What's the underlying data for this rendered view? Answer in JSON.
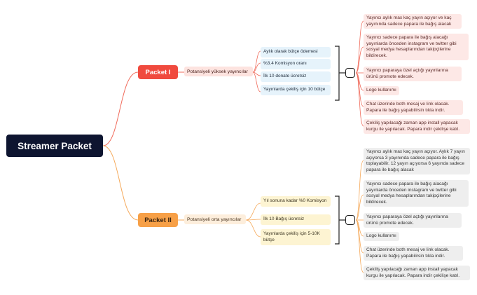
{
  "root": {
    "label": "Streamer Packet"
  },
  "packets": [
    {
      "label": "Packet I",
      "segment": "Potansiyeli yüksek yayıncılar",
      "features": [
        "Aylık olarak bütçe ödemesi",
        "%3.4 Komisyon oranı",
        "İlk 10 donate ücretsiz",
        "Yayınlarda çekiliş için 10 bütçe"
      ],
      "notes": [
        "Yayıncı aylık max kaç yayın açıyor ve kaç yayınında sadece papara ile bağış alacak",
        "Yayıncı sadece papara ile bağış alacağı yayınlarda önceden instagram ve twitter gibi sosyal medya hesaplarından takipçilerine bildirecek.",
        "Yayıncı paparaya özel açtığı yayınlarına ürünü promote edecek.",
        "Logo kullanımı",
        "Chat üzerinde both mesaj ve link olacak. Papara ile bağış yapabilirsin tıkla indir.",
        "Çekiliş yapılacağı zaman app install yapacak kurgu ile yapılacak. Papara indir çekilişe katıl."
      ]
    },
    {
      "label": "Packet II",
      "segment": "Potansiyeli orta yayıncılar",
      "features": [
        "Yıl sonuna kadar %0 Komisyon",
        "İlk 10 Bağış ücretsiz",
        "Yayınlarda çekiliş için 5-10K bütçe"
      ],
      "notes": [
        "Yayıncı aylık max kaç yayın açıyor. Aylık 7 yayın açıyorsa 3 yayınında sadece papara ile bağış toplayabilir. 12 yayın açıyorsa 6 yayında sadece papara ile bağış alacak",
        "Yayıncı sadece papara ile bağış alacağı yayınlarda önceden instagram ve twitter gibi sosyal medya hesaplarından takipçilerine bildirecek.",
        "Yayıncı paparaya özel açtığı yayınlarına ürünü promote edecek.",
        "Logo kullanımı",
        "Chat üzerinde both mesaj ve link olacak. Papara ile bağış yapabilirsin tıkla indir.",
        "Çekiliş yapılacağı zaman app install yapacak kurgu ile yapılacak. Papara indir çekilişe katıl."
      ]
    }
  ],
  "colors": {
    "root": "#0e1530",
    "packet1": "#f04a3e",
    "packet2": "#f7a047",
    "line1": "#f06a5a",
    "line2": "#f5a95a",
    "feature1_bg": "#e6f3fb",
    "feature2_bg": "#fdf4d2",
    "note1_bg": "#fde8e6",
    "note2_bg": "#eeeeee"
  }
}
